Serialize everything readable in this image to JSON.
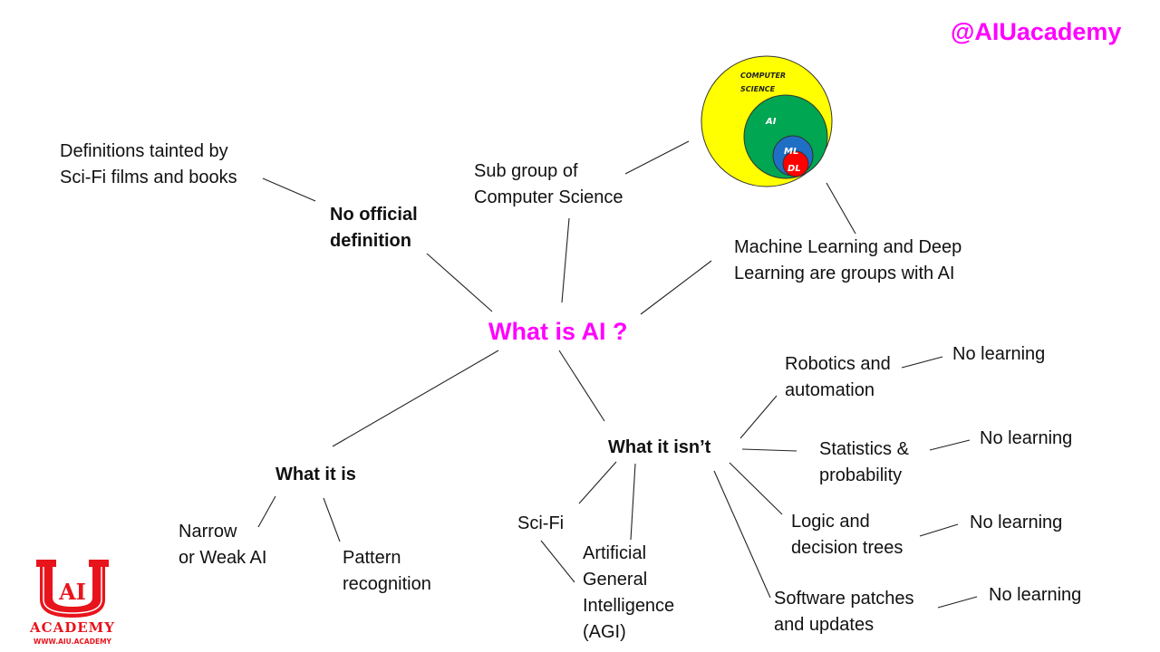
{
  "brand": {
    "handle": "@AIUacademy",
    "accent_color": "#ff00ff",
    "logo_mark": "AI",
    "logo_word": "ACADEMY",
    "logo_url_text": "WWW.AIU.ACADEMY",
    "logo_color": "#e8141c"
  },
  "center": {
    "label": "What is AI ?"
  },
  "branches": {
    "no_official": {
      "label_line1": "No official",
      "label_line2": "definition",
      "children": [
        {
          "line1": "Definitions tainted by",
          "line2": "Sci-Fi films and books"
        }
      ]
    },
    "subgroup": {
      "line1": "Sub group of",
      "line2": "Computer Science"
    },
    "ml_dl": {
      "line1": "Machine Learning and Deep",
      "line2": "Learning are groups with AI"
    },
    "what_it_is": {
      "label": "What it is",
      "children": [
        {
          "line1": "Narrow",
          "line2": "or Weak AI"
        },
        {
          "line1": "Pattern",
          "line2": "recognition"
        }
      ]
    },
    "what_it_isnt": {
      "label": "What it isn’t",
      "scifi": {
        "label": "Sci-Fi"
      },
      "agi": {
        "line1": "Artificial",
        "line2": "General",
        "line3": "Intelligence",
        "line4": "(AGI)"
      },
      "children": [
        {
          "line1": "Robotics and",
          "line2": "automation",
          "note": "No learning"
        },
        {
          "line1": "Statistics &",
          "line2": "probability",
          "note": "No learning"
        },
        {
          "line1": "Logic and",
          "line2": "decision trees",
          "note": "No learning"
        },
        {
          "line1": "Software patches",
          "line2": "and updates",
          "note": "No learning"
        }
      ]
    }
  },
  "venn": {
    "sets": [
      {
        "name": "COMPUTER SCIENCE",
        "line1": "COMPUTER",
        "line2": "SCIENCE",
        "color": "#ffff00"
      },
      {
        "name": "AI",
        "label": "AI",
        "color": "#00a651"
      },
      {
        "name": "ML",
        "label": "ML",
        "color": "#1f6fc5"
      },
      {
        "name": "DL",
        "label": "DL",
        "color": "#ff0000"
      }
    ]
  }
}
